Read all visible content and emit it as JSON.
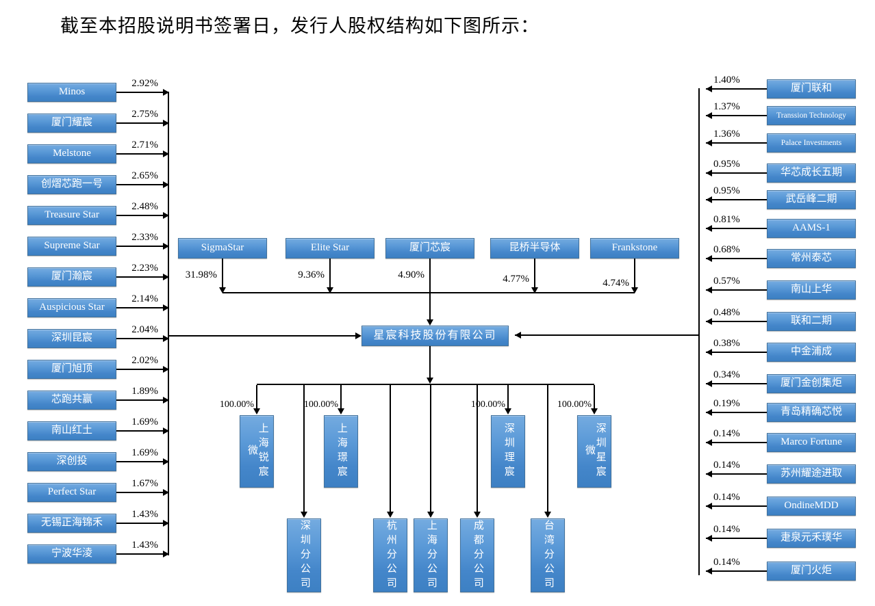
{
  "page_title": "截至本招股说明书签署日，发行人股权结构如下图所示：",
  "chart_data": {
    "type": "org-chart",
    "company": "星宸科技股份有限公司",
    "left_shareholders": [
      {
        "name": "Minos",
        "pct": "2.92%"
      },
      {
        "name": "厦门耀宸",
        "pct": "2.75%"
      },
      {
        "name": "Melstone",
        "pct": "2.71%"
      },
      {
        "name": "创熠芯跑一号",
        "pct": "2.65%"
      },
      {
        "name": "Treasure Star",
        "pct": "2.48%"
      },
      {
        "name": "Supreme Star",
        "pct": "2.33%"
      },
      {
        "name": "厦门瀚宸",
        "pct": "2.23%"
      },
      {
        "name": "Auspicious Star",
        "pct": "2.14%"
      },
      {
        "name": "深圳昆宸",
        "pct": "2.04%"
      },
      {
        "name": "厦门旭顶",
        "pct": "2.02%"
      },
      {
        "name": "芯跑共赢",
        "pct": "1.89%"
      },
      {
        "name": "南山红土",
        "pct": "1.69%"
      },
      {
        "name": "深创投",
        "pct": "1.69%"
      },
      {
        "name": "Perfect Star",
        "pct": "1.67%"
      },
      {
        "name": "无锡正海锦禾",
        "pct": "1.43%"
      },
      {
        "name": "宁波华淩",
        "pct": "1.43%"
      }
    ],
    "top_shareholders": [
      {
        "name": "SigmaStar",
        "pct": "31.98%"
      },
      {
        "name": "Elite Star",
        "pct": "9.36%"
      },
      {
        "name": "厦门芯宸",
        "pct": "4.90%"
      },
      {
        "name": "昆桥半导体",
        "pct": "4.77%"
      },
      {
        "name": "Frankstone",
        "pct": "4.74%"
      }
    ],
    "right_shareholders": [
      {
        "name": "厦门联和",
        "pct": "1.40%"
      },
      {
        "name": "Transsion Technology",
        "pct": "1.37%"
      },
      {
        "name": "Palace Investments",
        "pct": "1.36%"
      },
      {
        "name": "华芯成长五期",
        "pct": "0.95%"
      },
      {
        "name": "武岳峰二期",
        "pct": "0.95%"
      },
      {
        "name": "AAMS-1",
        "pct": "0.81%"
      },
      {
        "name": "常州泰芯",
        "pct": "0.68%"
      },
      {
        "name": "南山上华",
        "pct": "0.57%"
      },
      {
        "name": "联和二期",
        "pct": "0.48%"
      },
      {
        "name": "中金浦成",
        "pct": "0.38%"
      },
      {
        "name": "厦门金创集炬",
        "pct": "0.34%"
      },
      {
        "name": "青岛精确芯悦",
        "pct": "0.19%"
      },
      {
        "name": "Marco Fortune",
        "pct": "0.14%"
      },
      {
        "name": "苏州耀途进取",
        "pct": "0.14%"
      },
      {
        "name": "OndineMDD",
        "pct": "0.14%"
      },
      {
        "name": "疌泉元禾璞华",
        "pct": "0.14%"
      },
      {
        "name": "厦门火炬",
        "pct": "0.14%"
      }
    ],
    "subsidiaries": [
      {
        "name": "上海锐宸微",
        "pct": "100.00%"
      },
      {
        "name": "上海璟宸",
        "pct": "100.00%"
      },
      {
        "name": "深圳理宸",
        "pct": "100.00%"
      },
      {
        "name": "深圳星宸微",
        "pct": "100.00%"
      }
    ],
    "branches": [
      {
        "name": "深圳分公司"
      },
      {
        "name": "杭州分公司"
      },
      {
        "name": "上海分公司"
      },
      {
        "name": "成都分公司"
      },
      {
        "name": "台湾分公司"
      }
    ],
    "colors": {
      "box_fill": "#4486ca",
      "box_fill_light": "#74abe0",
      "box_border": "#41719c",
      "box_text": "#ffffff",
      "line": "#000000"
    }
  }
}
